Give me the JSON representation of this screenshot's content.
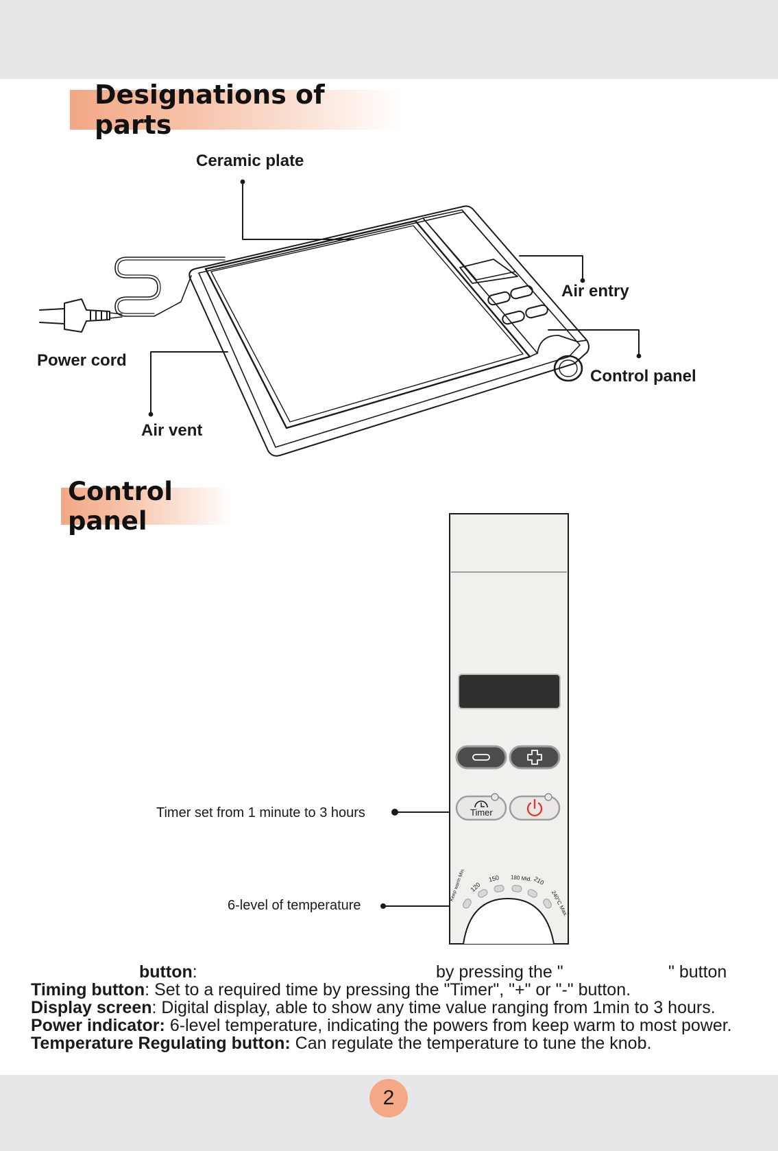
{
  "sections": {
    "parts_title": "Designations of parts",
    "control_title": "Control panel"
  },
  "parts": {
    "ceramic_plate": "Ceramic plate",
    "air_entry": "Air entry",
    "power_cord": "Power cord",
    "control_panel": "Control panel",
    "air_vent": "Air vent"
  },
  "control_panel": {
    "timer_button_label": "Timer",
    "scale_labels": [
      "Keep warm Min.",
      "120",
      "150",
      "180 Mid.",
      "210",
      "240°C Max."
    ],
    "callouts": {
      "timer": "Timer set from 1 minute to 3 hours",
      "temperature": "6-level of temperature"
    }
  },
  "descriptions": {
    "line1": {
      "term": "button",
      "sep": ":",
      "text_a": "by pressing",
      "text_b": "the \"",
      "text_c": "\" button"
    },
    "timing": {
      "term": "Timing button",
      "text": ": Set to a required time by pressing the \"Timer\", \"+\" or \"-\" button."
    },
    "display": {
      "term": "Display screen",
      "text": ": Digital display, able to show any time value ranging from 1min to 3 hours."
    },
    "power": {
      "term": "Power indicator:",
      "text": " 6-level temperature, indicating the powers from keep warm to most power."
    },
    "temperature": {
      "term": "Temperature Regulating button:",
      "text": " Can regulate the temperature to tune the knob."
    }
  },
  "page_number": "2",
  "colors": {
    "band": "#e6e7e8",
    "heading_gradient_start": "#f2a785",
    "panel_fill": "#f1f0ec",
    "display": "#2e312e",
    "power_symbol": "#e53935",
    "page_badge": "#f4a886"
  }
}
